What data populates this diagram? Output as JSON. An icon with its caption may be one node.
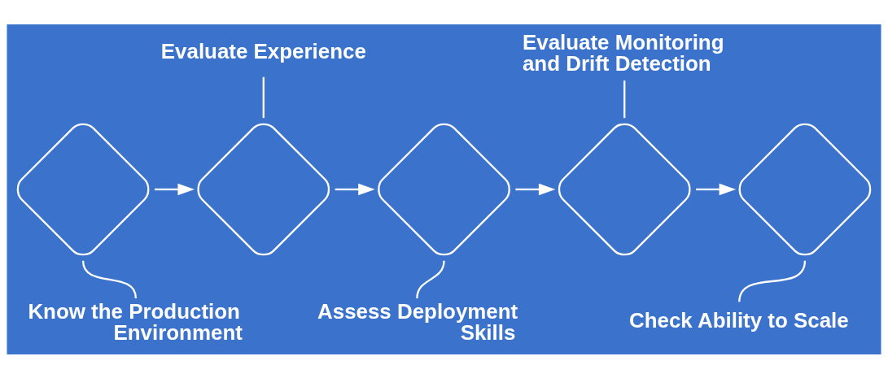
{
  "diagram": {
    "nodes": [
      {
        "text": [],
        "shape": "diamond"
      },
      {
        "text": [],
        "shape": "diamond"
      },
      {
        "text": [],
        "shape": "diamond"
      },
      {
        "text": [],
        "shape": "diamond"
      },
      {
        "text": [],
        "shape": "diamond"
      },
      {
        "text": [
          "Know the Production Environment"
        ]
      },
      {
        "text": [
          "Evaluate Experience"
        ]
      },
      {
        "text": [
          "Assess Deployment Skills"
        ]
      },
      {
        "text": [
          "Evaluate Monitoring and Drift Detection"
        ]
      },
      {
        "text": [
          "Check Ability to Scale"
        ]
      }
    ],
    "edges": [
      {
        "from": 0,
        "to": 1,
        "arrow": "to"
      },
      {
        "from": 1,
        "to": 2,
        "arrow": "to"
      },
      {
        "from": 2,
        "to": 3,
        "arrow": "to"
      },
      {
        "from": 3,
        "to": 4,
        "arrow": "to"
      },
      {
        "from": 5,
        "to": 0,
        "arrow": "none"
      },
      {
        "from": 6,
        "to": 1,
        "arrow": "none"
      },
      {
        "from": 7,
        "to": 2,
        "arrow": "none"
      },
      {
        "from": 8,
        "to": 3,
        "arrow": "none"
      },
      {
        "from": 9,
        "to": 4,
        "arrow": "none"
      }
    ]
  }
}
